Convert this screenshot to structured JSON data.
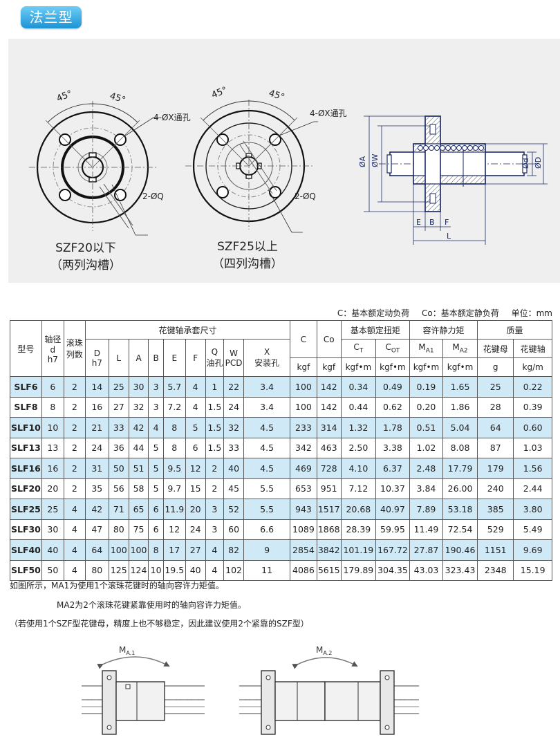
{
  "badge": "法兰型",
  "figure": {
    "szf20": {
      "label_line1": "SZF20以下",
      "label_line2": "（两列沟槽）",
      "angle_left": "45°",
      "angle_right": "45°",
      "hole_label": "4-ØX通孔",
      "oil_label": "2-ØQ"
    },
    "szf25": {
      "label_line1": "SZF25以上",
      "label_line2": "（四列沟槽）",
      "angle_left": "45°",
      "angle_right": "45°",
      "hole_label": "4-ØX通孔",
      "oil_label": "2-ØQ"
    },
    "side": {
      "dim_a": "ØA",
      "dim_w": "ØW",
      "dim_d": "Ød",
      "dim_D": "ØD",
      "dim_e": "E",
      "dim_b": "B",
      "dim_f": "F",
      "dim_l": "L"
    }
  },
  "legend": {
    "c": "C：基本额定动负荷",
    "co": "Co：基本额定静负荷",
    "unit": "单位：mm"
  },
  "table": {
    "h_model": "型号",
    "h_shaft_1": "轴径",
    "h_shaft_2": "d",
    "h_shaft_3": "h7",
    "h_rows_1": "滚珠",
    "h_rows_2": "列数",
    "h_nut": "花键轴承套尺寸",
    "h_D_1": "D",
    "h_D_2": "h7",
    "h_L": "L",
    "h_A": "A",
    "h_B": "B",
    "h_E": "E",
    "h_F": "F",
    "h_Q_1": "Q",
    "h_Q_2": "油孔",
    "h_W_1": "W",
    "h_W_2": "PCD",
    "h_X_1": "X",
    "h_X_2": "安装孔",
    "h_C": "C",
    "h_Co": "Co",
    "h_torque": "基本额定扭矩",
    "h_moment": "容许静力矩",
    "h_mass": "质量",
    "h_CT": "C",
    "h_CT_sub": "T",
    "h_COT": "C",
    "h_COT_sub": "OT",
    "h_MA1": "M",
    "h_MA1_sub": "A1",
    "h_MA2": "M",
    "h_MA2_sub": "A2",
    "h_nut_mass": "花键母",
    "h_shaft_mass": "花键轴",
    "u_kgf": "kgf",
    "u_kgf2": "kgf",
    "u_kgfm1": "kgf•m",
    "u_kgfm2": "kgf•m",
    "u_kgfm3": "kgf•m",
    "u_kgfm4": "kgf•m",
    "u_g": "g",
    "u_kgm": "kg/m",
    "rows": [
      [
        "SLF6",
        "6",
        "2",
        "14",
        "25",
        "30",
        "3",
        "5.7",
        "4",
        "1",
        "22",
        "3.4",
        "100",
        "142",
        "0.34",
        "0.49",
        "0.19",
        "1.65",
        "25",
        "0.22"
      ],
      [
        "SLF8",
        "8",
        "2",
        "16",
        "27",
        "32",
        "3",
        "7.2",
        "4",
        "1.5",
        "24",
        "3.4",
        "100",
        "142",
        "0.44",
        "0.62",
        "0.20",
        "1.86",
        "28",
        "0.39"
      ],
      [
        "SLF10",
        "10",
        "2",
        "21",
        "33",
        "42",
        "4",
        "8",
        "5",
        "1.5",
        "32",
        "4.5",
        "233",
        "314",
        "1.32",
        "1.78",
        "0.51",
        "5.04",
        "64",
        "0.60"
      ],
      [
        "SLF13",
        "13",
        "2",
        "24",
        "36",
        "44",
        "5",
        "8",
        "6",
        "1.5",
        "33",
        "4.5",
        "342",
        "463",
        "2.50",
        "3.38",
        "1.02",
        "8.08",
        "87",
        "1.03"
      ],
      [
        "SLF16",
        "16",
        "2",
        "31",
        "50",
        "51",
        "5",
        "9.5",
        "12",
        "2",
        "40",
        "4.5",
        "469",
        "728",
        "4.10",
        "6.37",
        "2.48",
        "17.79",
        "179",
        "1.56"
      ],
      [
        "SLF20",
        "20",
        "2",
        "35",
        "56",
        "58",
        "5",
        "9.7",
        "15",
        "2",
        "45",
        "5.5",
        "653",
        "951",
        "7.12",
        "10.37",
        "3.84",
        "26.00",
        "240",
        "2.44"
      ],
      [
        "SLF25",
        "25",
        "4",
        "42",
        "71",
        "65",
        "6",
        "11.9",
        "20",
        "3",
        "52",
        "5.5",
        "943",
        "1517",
        "20.68",
        "40.97",
        "7.89",
        "53.18",
        "385",
        "3.80"
      ],
      [
        "SLF30",
        "30",
        "4",
        "47",
        "80",
        "75",
        "6",
        "12",
        "24",
        "3",
        "60",
        "6.6",
        "1089",
        "1868",
        "28.39",
        "59.95",
        "11.49",
        "72.54",
        "529",
        "5.49"
      ],
      [
        "SLF40",
        "40",
        "4",
        "64",
        "100",
        "100",
        "8",
        "17",
        "27",
        "4",
        "82",
        "9",
        "2854",
        "3842",
        "101.19",
        "167.72",
        "27.87",
        "190.46",
        "1151",
        "9.69"
      ],
      [
        "SLF50",
        "50",
        "4",
        "80",
        "125",
        "124",
        "10",
        "19.5",
        "40",
        "4",
        "102",
        "11",
        "4086",
        "5615",
        "179.89",
        "304.35",
        "43.03",
        "323.43",
        "2348",
        "15.19"
      ]
    ]
  },
  "notes": {
    "line1": "如图所示，MA1为使用1个滚珠花键时的轴向容许力矩值。",
    "line2": "MA2为2个滚珠花键紧靠使用时的轴向容许力矩值。",
    "line3": "（若使用1个SZF型花键母，精度上也不够稳定，因此建议使用2个紧靠的SZF型）"
  },
  "bottom": {
    "ma1": "M",
    "ma1_sub": "A.1",
    "ma2": "M",
    "ma2_sub": "A.2"
  }
}
